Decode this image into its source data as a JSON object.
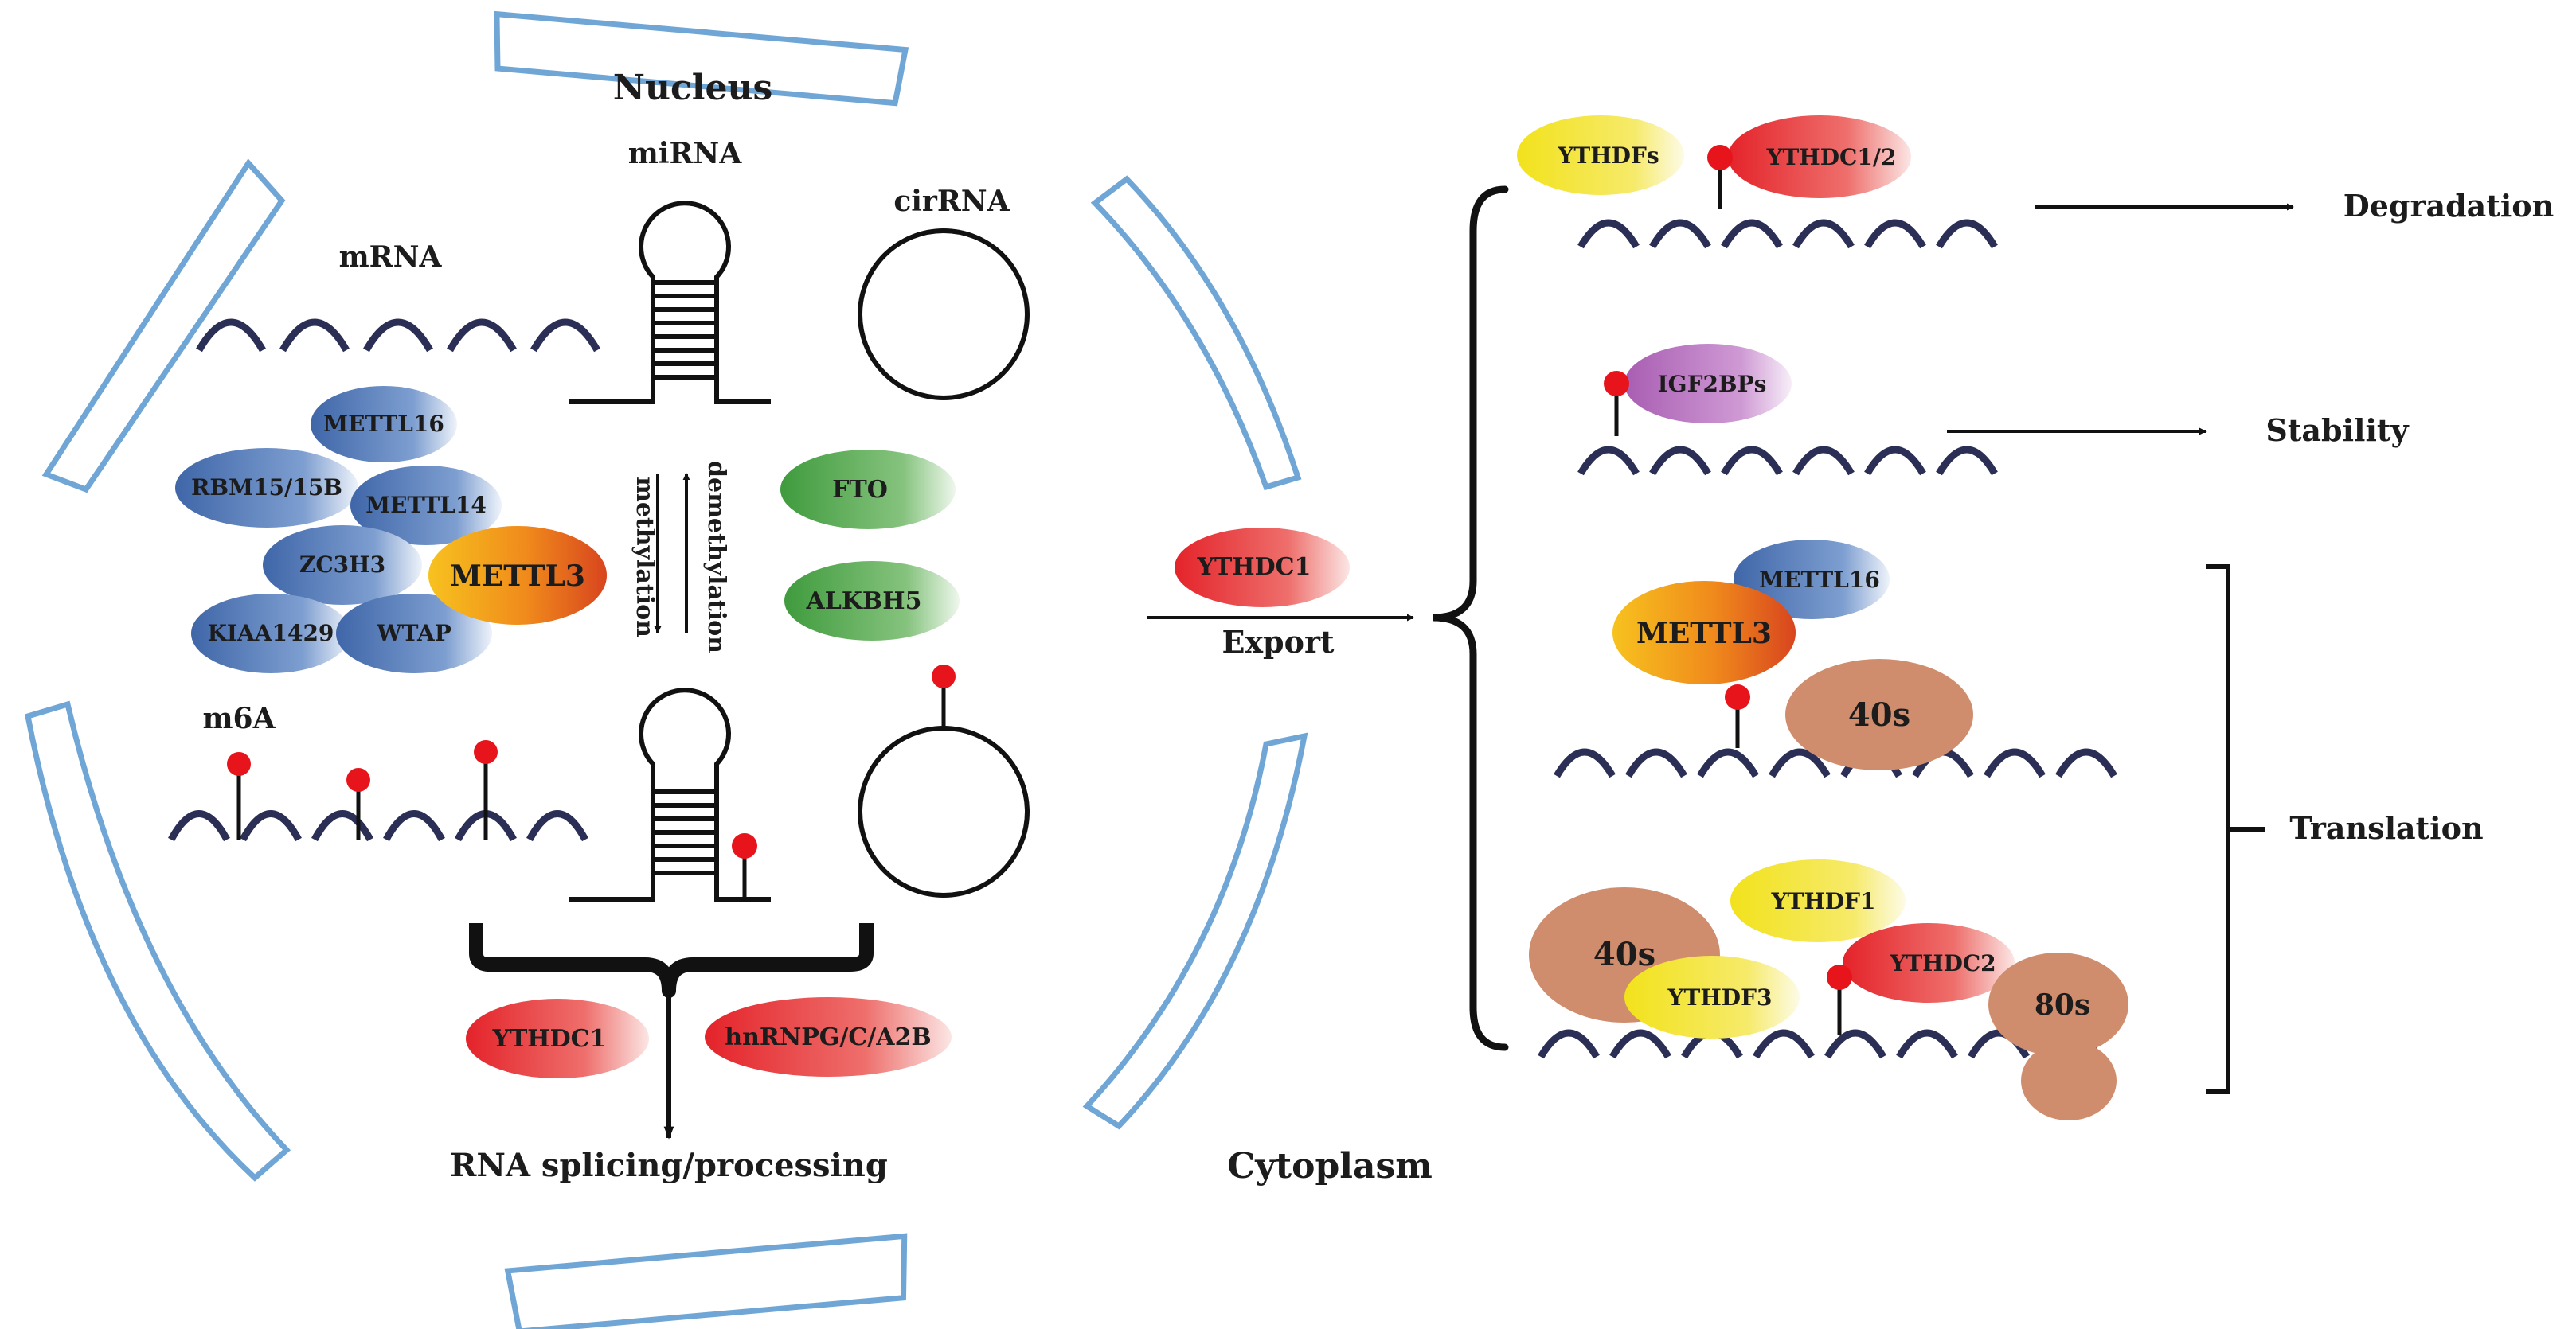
{
  "compartments": {
    "nucleus": "Nucleus",
    "cytoplasm": "Cytoplasm"
  },
  "rna_types": {
    "mirna": "miRNA",
    "mrna": "mRNA",
    "circrna": "cirRNA",
    "m6a": "m6A"
  },
  "writers": [
    "METTL16",
    "RBM15/15B",
    "METTL14",
    "ZC3H3",
    "METTL3",
    "KIAA1429",
    "WTAP"
  ],
  "erasers": [
    "FTO",
    "ALKBH5"
  ],
  "arrows": {
    "methylation": "methylation",
    "demethylation": "demethylation"
  },
  "nuclear_readers": [
    "YTHDC1",
    "hnRNPG/C/A2B"
  ],
  "splicing": "RNA splicing/processing",
  "export": {
    "reader": "YTHDC1",
    "label": "Export"
  },
  "fates": {
    "degradation": {
      "readers": [
        "YTHDFs",
        "YTHDC1/2"
      ],
      "label": "Degradation"
    },
    "stability": {
      "readers": [
        "IGF2BPs"
      ],
      "label": "Stability"
    },
    "translation": {
      "label": "Translation",
      "upper": [
        "METTL16",
        "METTL3",
        "40s"
      ],
      "lower": [
        "YTHDF1",
        "40s",
        "YTHDF3",
        "YTHDC2",
        "80s"
      ]
    }
  },
  "colors": {
    "membrane": "#6fa6d6",
    "rna": "#2b2f55",
    "m6a_mark": "#e8141c",
    "writer": "#4e79b8",
    "mettl3": "#f39a1c",
    "eraser": "#52ad4c",
    "reader_red": "#e53a3a",
    "ythdf_yellow": "#f4e21e",
    "igf2bp_purple": "#b86fc0",
    "ribosome": "#cf8d6d"
  }
}
